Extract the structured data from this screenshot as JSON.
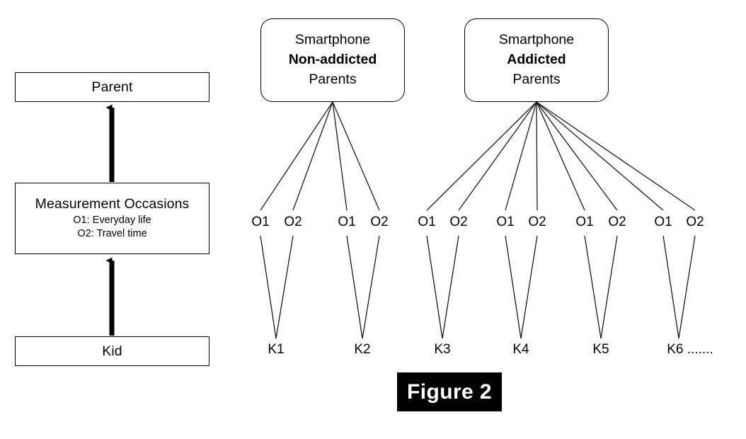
{
  "figure": {
    "caption": "Figure 2",
    "caption_bg": "#000000",
    "caption_fg": "#ffffff",
    "line_color": "#000000",
    "background": "#ffffff"
  },
  "legend": {
    "parent": {
      "title": "Parent"
    },
    "measurement": {
      "title": "Measurement Occasions",
      "sub1": "O1: Everyday life",
      "sub2": "O2: Travel time"
    },
    "kid": {
      "title": "Kid"
    },
    "arrow_kid_to_measurement": "upward-arrow",
    "arrow_measurement_to_parent": "upward-arrow"
  },
  "hierarchy": {
    "groups": [
      {
        "id": "non-addicted",
        "line1": "Smartphone",
        "line2": "Non-addicted",
        "line3": "Parents",
        "kids": [
          {
            "label": "K1",
            "occasions": [
              "O1",
              "O2"
            ]
          },
          {
            "label": "K2",
            "occasions": [
              "O1",
              "O2"
            ]
          }
        ]
      },
      {
        "id": "addicted",
        "line1": "Smartphone",
        "line2": "Addicted",
        "line3": "Parents",
        "kids": [
          {
            "label": "K3",
            "occasions": [
              "O1",
              "O2"
            ]
          },
          {
            "label": "K4",
            "occasions": [
              "O1",
              "O2"
            ]
          },
          {
            "label": "K5",
            "occasions": [
              "O1",
              "O2"
            ]
          },
          {
            "label": "K6 .......",
            "occasions": [
              "O1",
              "O2"
            ]
          }
        ]
      }
    ]
  }
}
